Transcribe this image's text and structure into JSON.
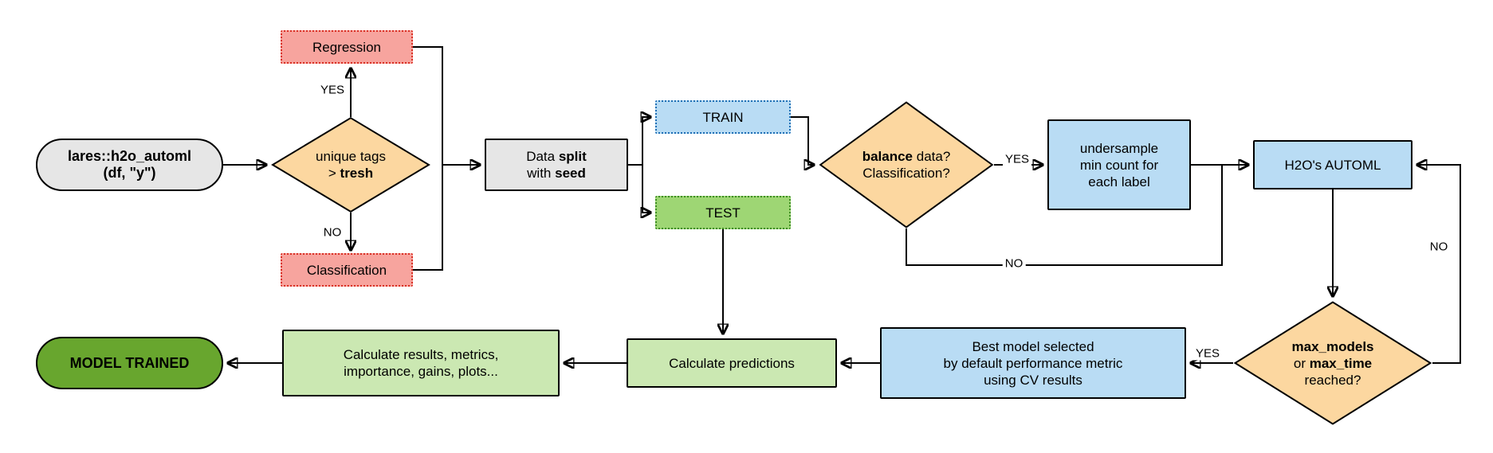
{
  "colors": {
    "line": "#000000",
    "gray": "#E6E6E6",
    "orange": "#FCD7A0",
    "salmon": "#F7A49E",
    "salmon_border": "#D93025",
    "blue": "#B9DCF4",
    "blue_border": "#1F6FB5",
    "green_test": "#9ED674",
    "green_test_border": "#3E8E24",
    "green_calc": "#CBE8B2",
    "green_trained": "#68A62E"
  },
  "nodes": {
    "start": {
      "line1": "lares::h2o_automl",
      "line2": "(df, \"y\")"
    },
    "unique_tags": {
      "line1": "unique tags",
      "line2_pre": "> ",
      "line2_bold": "tresh"
    },
    "regression": {
      "label": "Regression"
    },
    "classification": {
      "label": "Classification"
    },
    "data_split": {
      "line1_pre": "Data ",
      "line1_bold": "split",
      "line2_pre": "with ",
      "line2_bold": "seed"
    },
    "train": {
      "label": "TRAIN"
    },
    "test": {
      "label": "TEST"
    },
    "balance": {
      "line1_bold": "balance",
      "line1_post": " data?",
      "line2": "Classification?"
    },
    "undersample": {
      "line1": "undersample",
      "line2": "min count for",
      "line3": "each label"
    },
    "automl": {
      "label": "H2O's AUTOML"
    },
    "max_check": {
      "line1_bold": "max_models",
      "line2_pre": "or ",
      "line2_bold": "max_time",
      "line3": "reached?"
    },
    "best_model": {
      "line1": "Best model selected",
      "line2": "by default performance metric",
      "line3": "using CV results"
    },
    "calc_predictions": {
      "label": "Calculate predictions"
    },
    "calc_results": {
      "line1": "Calculate results, metrics,",
      "line2": "importance, gains, plots..."
    },
    "model_trained": {
      "label": "MODEL TRAINED"
    }
  },
  "edge_labels": {
    "unique_yes": "YES",
    "unique_no": "NO",
    "balance_yes": "YES",
    "balance_no": "NO",
    "max_yes": "YES",
    "max_no": "NO"
  }
}
